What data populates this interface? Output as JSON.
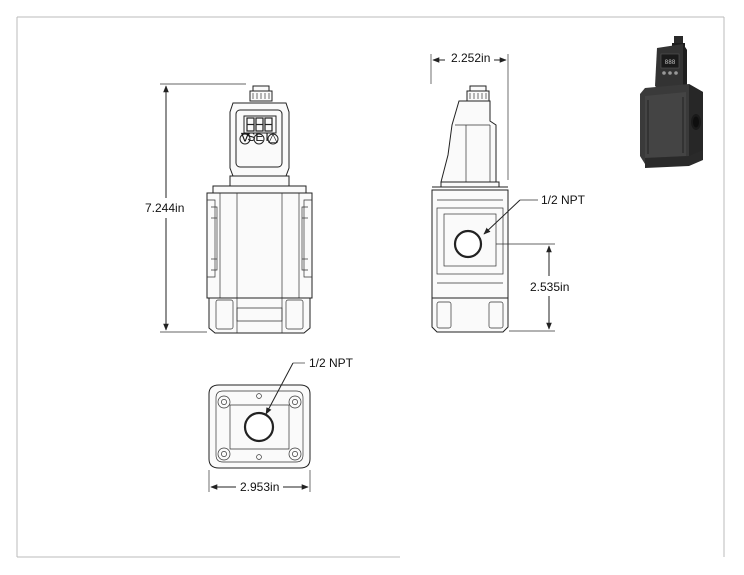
{
  "dimensions": {
    "height": "7.244in",
    "width_side": "2.252in",
    "port_height": "2.535in",
    "width_bottom": "2.953in"
  },
  "callouts": {
    "port_side": "1/2 NPT",
    "port_bottom": "1/2 NPT"
  },
  "display": {
    "digits": "888",
    "button_left": "∇",
    "button_mid": "SET",
    "button_right": "△"
  },
  "colors": {
    "line": "#222222",
    "render_body": "#3a3a3a",
    "render_dark": "#1e1e1e",
    "render_label": "#c9c9c9"
  },
  "icons": [
    "front-view-icon",
    "side-view-icon",
    "bottom-view-icon",
    "isometric-render-icon"
  ]
}
